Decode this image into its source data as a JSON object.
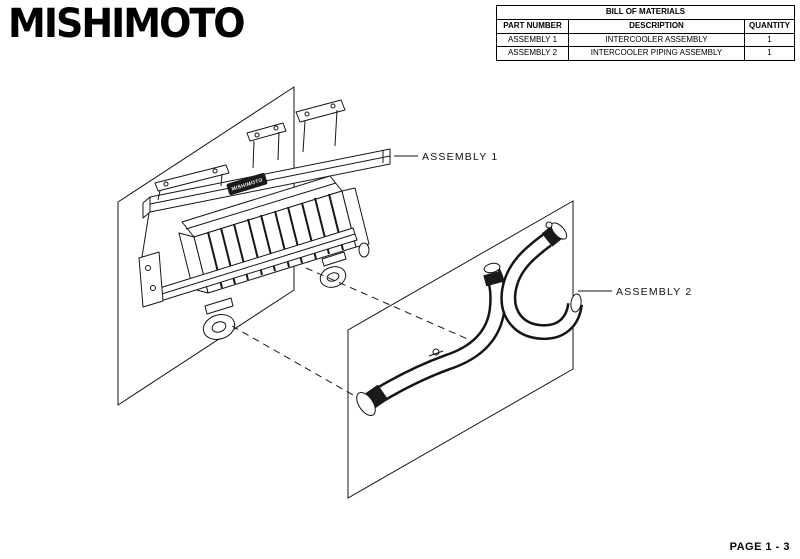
{
  "page": {
    "brand": "MISHIMOTO",
    "page_number": "PAGE 1 - 3"
  },
  "bom": {
    "title": "BILL OF MATERIALS",
    "columns": [
      "PART NUMBER",
      "DESCRIPTION",
      "QUANTITY"
    ],
    "rows": [
      {
        "part_number": "ASSEMBLY 1",
        "description": "INTERCOOLER ASSEMBLY",
        "quantity": "1"
      },
      {
        "part_number": "ASSEMBLY 2",
        "description": "INTERCOOLER PIPING ASSEMBLY",
        "quantity": "1"
      }
    ]
  },
  "diagram": {
    "labels": {
      "assembly1": "ASSEMBLY 1",
      "assembly2": "ASSEMBLY 2"
    },
    "badge": "MISHIMOTO"
  },
  "colors": {
    "ink": "#151515",
    "coupler": "#1a1a1a",
    "background": "#ffffff"
  }
}
